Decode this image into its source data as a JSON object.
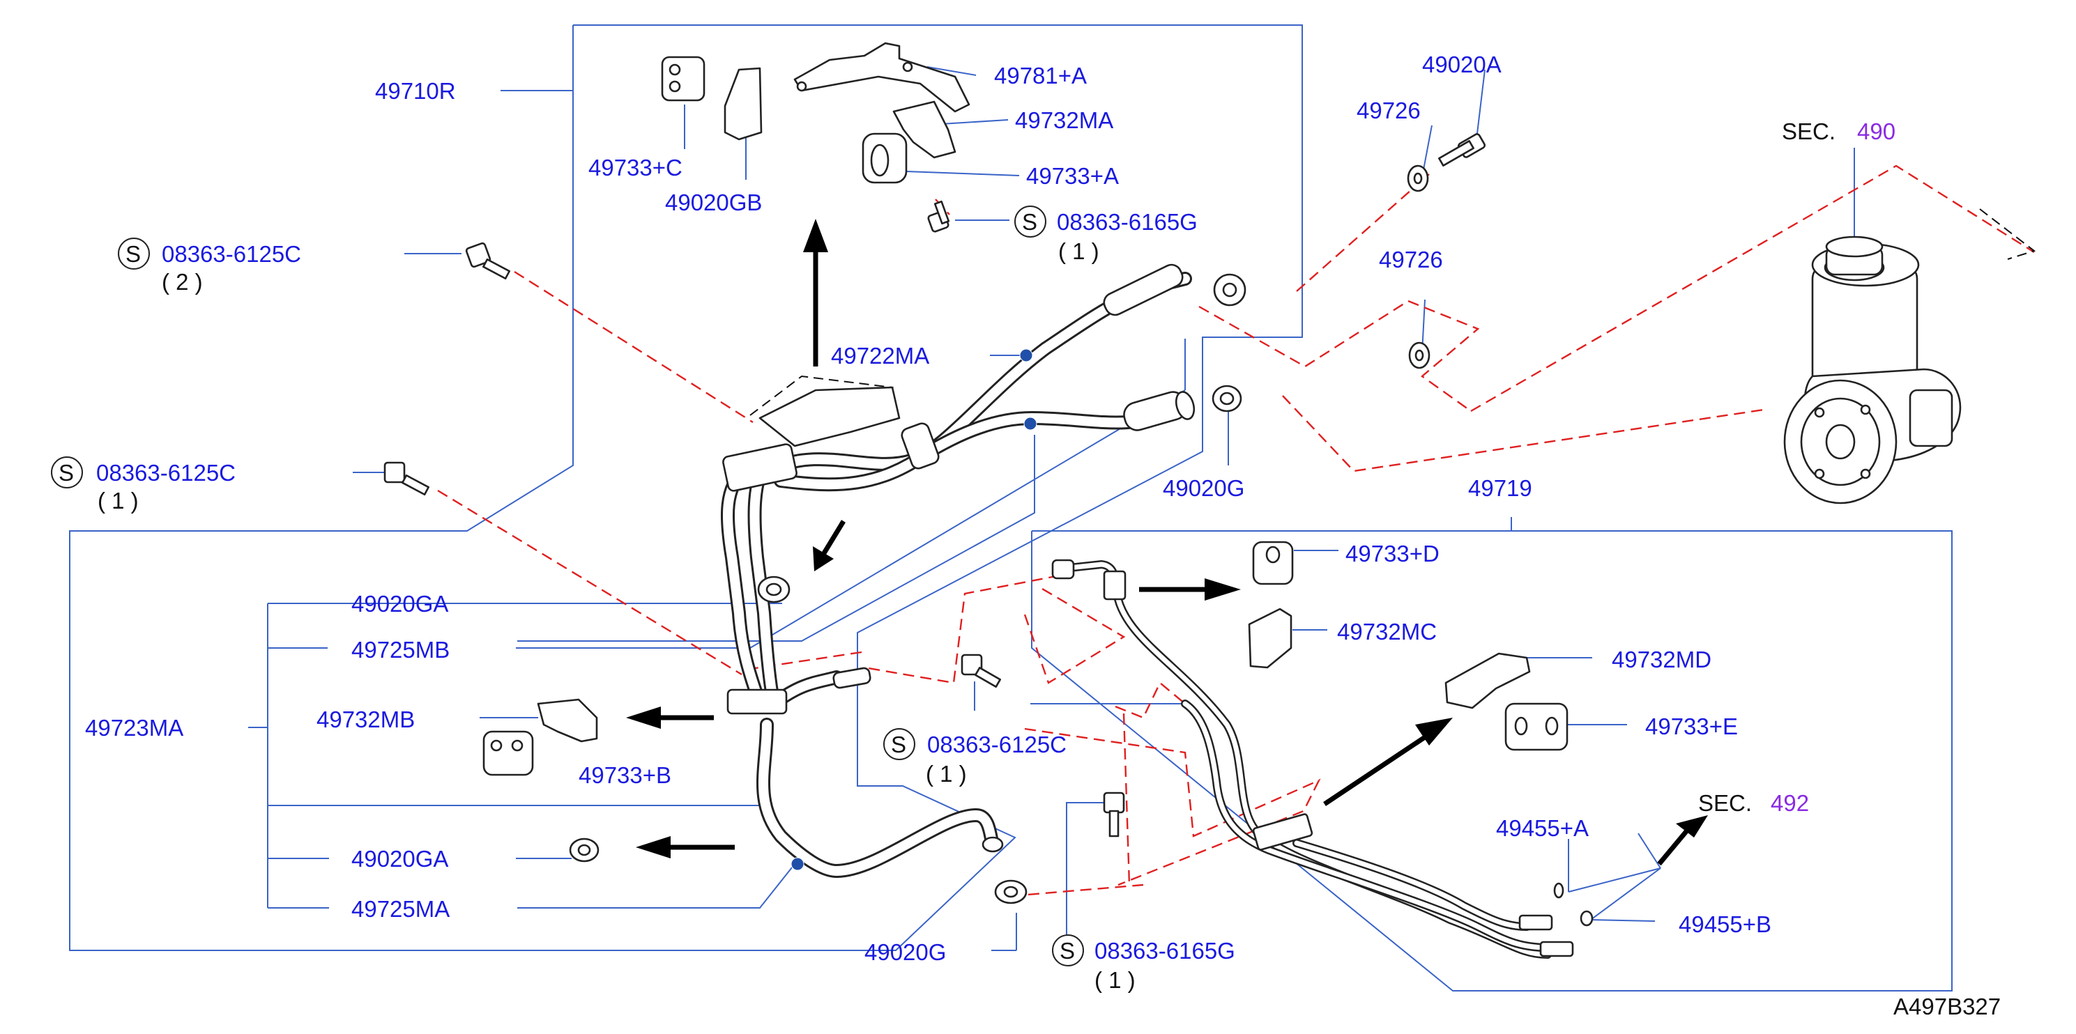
{
  "diagram_id": "A497B327",
  "parts": {
    "p49710R": "49710R",
    "p49781A": "49781+A",
    "p49732MA": "49732MA",
    "p49733A": "49733+A",
    "p49733C": "49733+C",
    "p49020GB": "49020GB",
    "p49722MA": "49722MA",
    "p49726a": "49726",
    "p49726b": "49726",
    "p49020A": "49020A",
    "p49020G_top": "49020G",
    "p49020G_bottom": "49020G",
    "p49719": "49719",
    "p49733D": "49733+D",
    "p49732MC": "49732MC",
    "p49732MD": "49732MD",
    "p49733E": "49733+E",
    "p49455A": "49455+A",
    "p49455B": "49455+B",
    "p49020GA_1": "49020GA",
    "p49725MB": "49725MB",
    "p49732MB": "49732MB",
    "p49733B": "49733+B",
    "p49723MA": "49723MA",
    "p49020GA_2": "49020GA",
    "p49725MA": "49725MA"
  },
  "screws": [
    {
      "symbol": "S",
      "code": "08363-6165G",
      "qty": "( 1 )"
    },
    {
      "symbol": "S",
      "code": "08363-6125C",
      "qty": "( 2 )"
    },
    {
      "symbol": "S",
      "code": "08363-6125C",
      "qty": "( 1 )"
    },
    {
      "symbol": "S",
      "code": "08363-6125C",
      "qty": "( 1 )"
    },
    {
      "symbol": "S",
      "code": "08363-6165G",
      "qty": "( 1 )"
    }
  ],
  "sections": [
    {
      "prefix": "SEC.",
      "number": "490"
    },
    {
      "prefix": "SEC.",
      "number": "492"
    }
  ],
  "colors": {
    "label": "#1a1adf",
    "leader": "#3a64c8",
    "phantom": "#e02020",
    "section_number": "#8a2be2"
  }
}
